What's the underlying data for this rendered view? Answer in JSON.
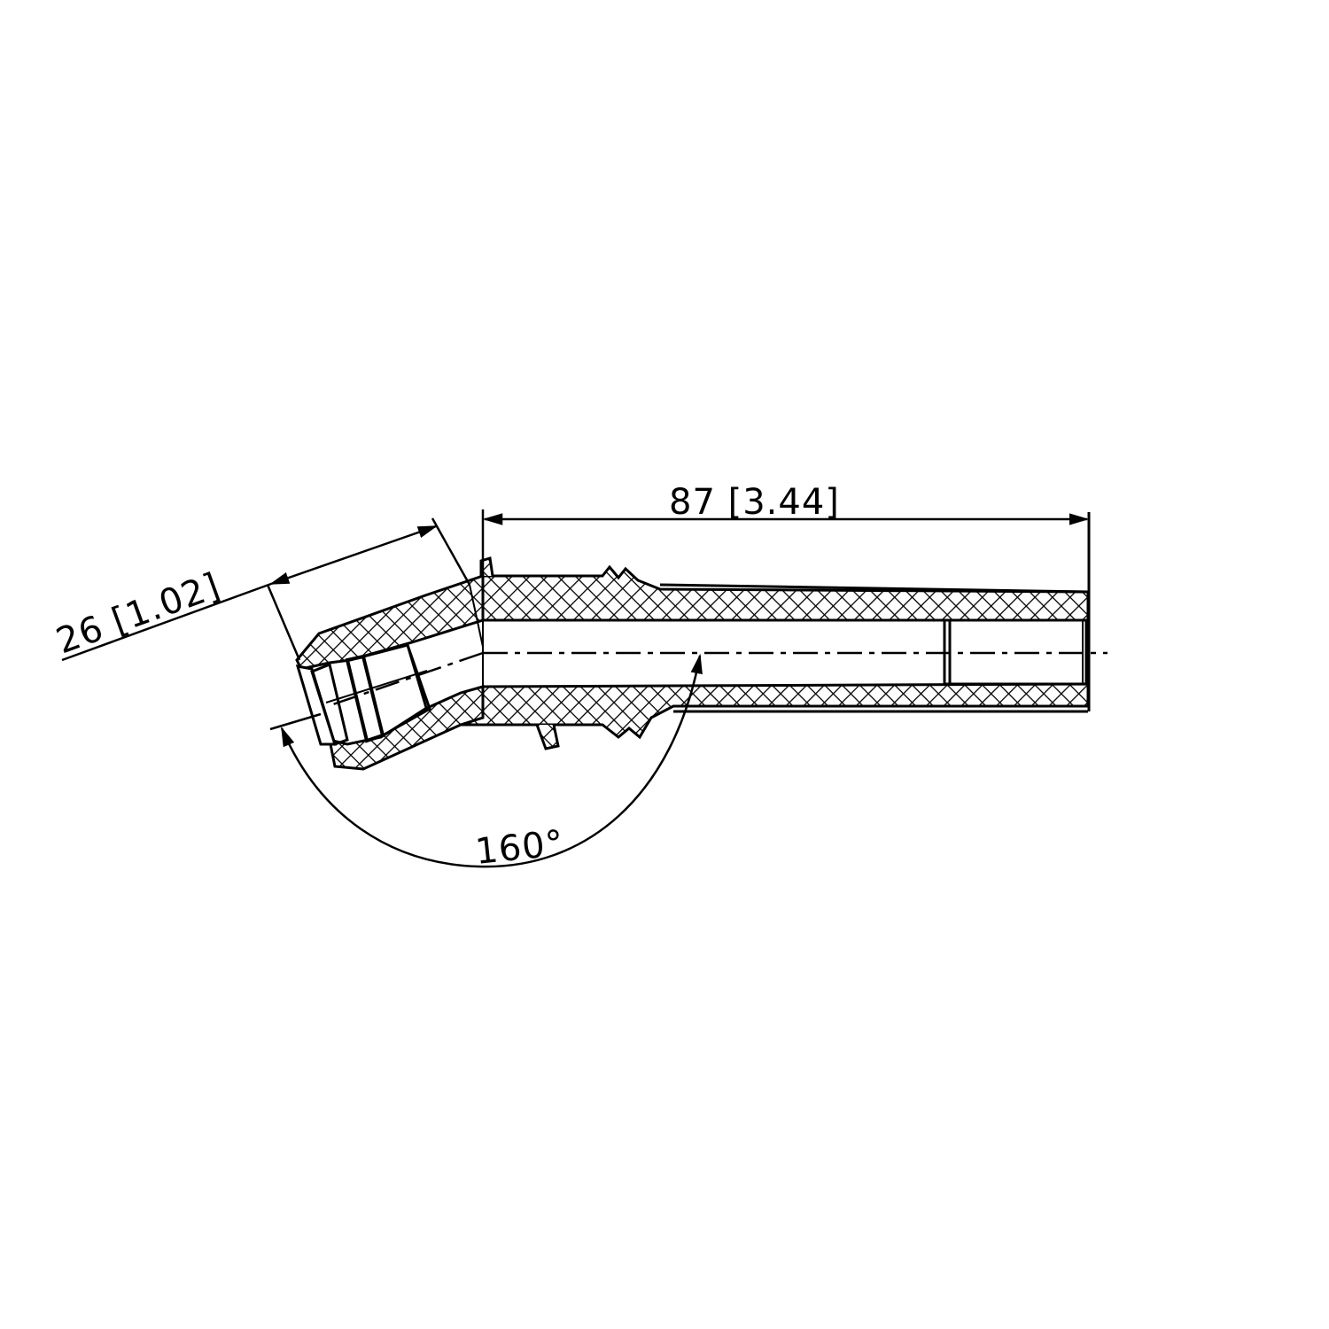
{
  "drawing": {
    "type": "technical-section-drawing",
    "subject": "bent hose fitting cross-section",
    "colors": {
      "line": "#000000",
      "background": "#ffffff",
      "hatch": "#000000"
    },
    "dimensions": {
      "overall_length": {
        "label": "87 [3.44]",
        "value_mm": 87,
        "value_in": 3.44
      },
      "nose_length": {
        "label": "26 [1.02]",
        "value_mm": 26,
        "value_in": 1.02
      },
      "bend_angle": {
        "label": "160°",
        "value_deg": 160
      }
    }
  }
}
